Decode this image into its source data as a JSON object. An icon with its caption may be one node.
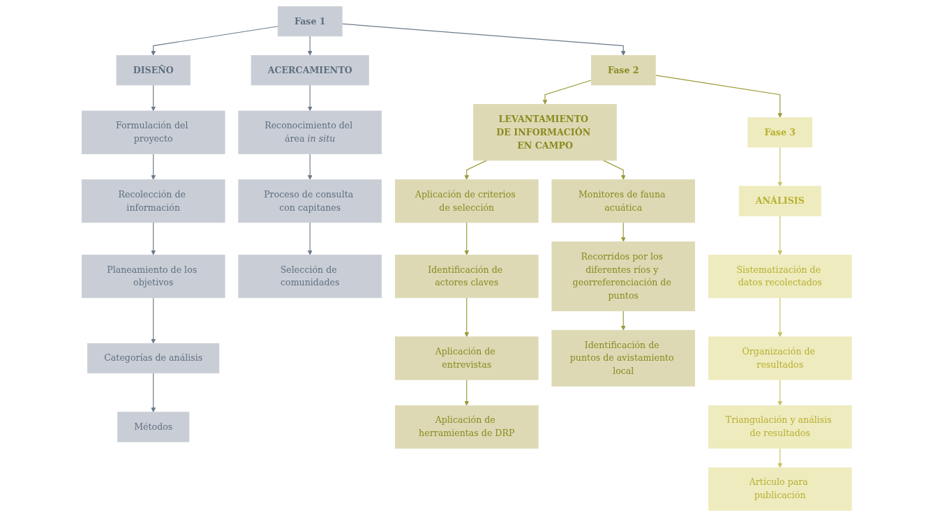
{
  "diagram": {
    "nodes": [
      {
        "text": [
          "Fase 1"
        ]
      },
      {
        "text": [
          "Fase 2"
        ]
      },
      {
        "text": [
          "Fase 3"
        ]
      },
      {
        "text": [
          "DISEÑO"
        ]
      },
      {
        "text": [
          "Formulación del proyecto"
        ]
      },
      {
        "text": [
          "Recolección de información"
        ]
      },
      {
        "text": [
          "Planeamiento de los objetivos"
        ]
      },
      {
        "text": [
          "Categorías de análisis"
        ]
      },
      {
        "text": [
          "Métodos"
        ]
      },
      {
        "text": [
          "ACERCAMIENTO"
        ]
      },
      {
        "text": [
          "Reconocimiento del área *in situ*"
        ]
      },
      {
        "text": [
          "Proceso de consulta con capitanes"
        ]
      },
      {
        "text": [
          "Selección de comunidades"
        ]
      },
      {
        "text": [
          "LEVANTAMIENTO DE INFORMACIÓN EN CAMPO"
        ]
      },
      {
        "text": [
          "Aplicación de criterios de selección"
        ]
      },
      {
        "text": [
          "Identificación de actores claves"
        ]
      },
      {
        "text": [
          "Aplicación de entrevistas"
        ]
      },
      {
        "text": [
          "Aplicación de herramientas de DRP"
        ]
      },
      {
        "text": [
          "Monitores de fauna acuática"
        ]
      },
      {
        "text": [
          "Recorridos por los diferentes ríos y georreferenciación de puntos"
        ]
      },
      {
        "text": [
          "Identificación de puntos de avistamiento local"
        ]
      },
      {
        "text": [
          "ANÁLISIS"
        ]
      },
      {
        "text": [
          "Sistematización de datos recolectados"
        ]
      },
      {
        "text": [
          "Organización de resultados"
        ]
      },
      {
        "text": [
          "Triangulación y análisis de resultados"
        ]
      },
      {
        "text": [
          "Artículo para publicación"
        ]
      }
    ],
    "edges": [
      {
        "from": 0,
        "to": 1,
        "arrow": "to"
      },
      {
        "from": 1,
        "to": 2,
        "arrow": "to",
        "color": "#9a9a3a"
      },
      {
        "from": 0,
        "to": 3,
        "arrow": "to"
      },
      {
        "from": 0,
        "to": 9,
        "arrow": "to"
      },
      {
        "from": 3,
        "to": 4,
        "arrow": "to"
      },
      {
        "from": 4,
        "to": 5,
        "arrow": "to"
      },
      {
        "from": 5,
        "to": 6,
        "arrow": "to"
      },
      {
        "from": 6,
        "to": 7,
        "arrow": "to"
      },
      {
        "from": 7,
        "to": 8,
        "arrow": "to"
      },
      {
        "from": 9,
        "to": 10,
        "arrow": "to"
      },
      {
        "from": 10,
        "to": 11,
        "arrow": "to"
      },
      {
        "from": 11,
        "to": 12,
        "arrow": "to"
      },
      {
        "from": 1,
        "to": 13,
        "arrow": "to",
        "color": "#9a9a3a"
      },
      {
        "from": 13,
        "to": 14,
        "arrow": "to",
        "color": "#9a9a3a"
      },
      {
        "from": 13,
        "to": 18,
        "arrow": "to",
        "color": "#9a9a3a"
      },
      {
        "from": 14,
        "to": 15,
        "arrow": "to",
        "color": "#9a9a3a"
      },
      {
        "from": 15,
        "to": 16,
        "arrow": "to",
        "color": "#9a9a3a"
      },
      {
        "from": 16,
        "to": 17,
        "arrow": "to",
        "color": "#9a9a3a"
      },
      {
        "from": 18,
        "to": 19,
        "arrow": "to",
        "color": "#9a9a3a"
      },
      {
        "from": 19,
        "to": 20,
        "arrow": "to",
        "color": "#9a9a3a"
      },
      {
        "from": 2,
        "to": 21,
        "arrow": "to",
        "color": "#c8c060"
      },
      {
        "from": 21,
        "to": 22,
        "arrow": "to",
        "color": "#c8c060"
      },
      {
        "from": 22,
        "to": 23,
        "arrow": "to",
        "color": "#c8c060"
      },
      {
        "from": 23,
        "to": 24,
        "arrow": "to",
        "color": "#c8c060"
      },
      {
        "from": 24,
        "to": 25,
        "arrow": "to",
        "color": "#c8c060"
      }
    ]
  }
}
